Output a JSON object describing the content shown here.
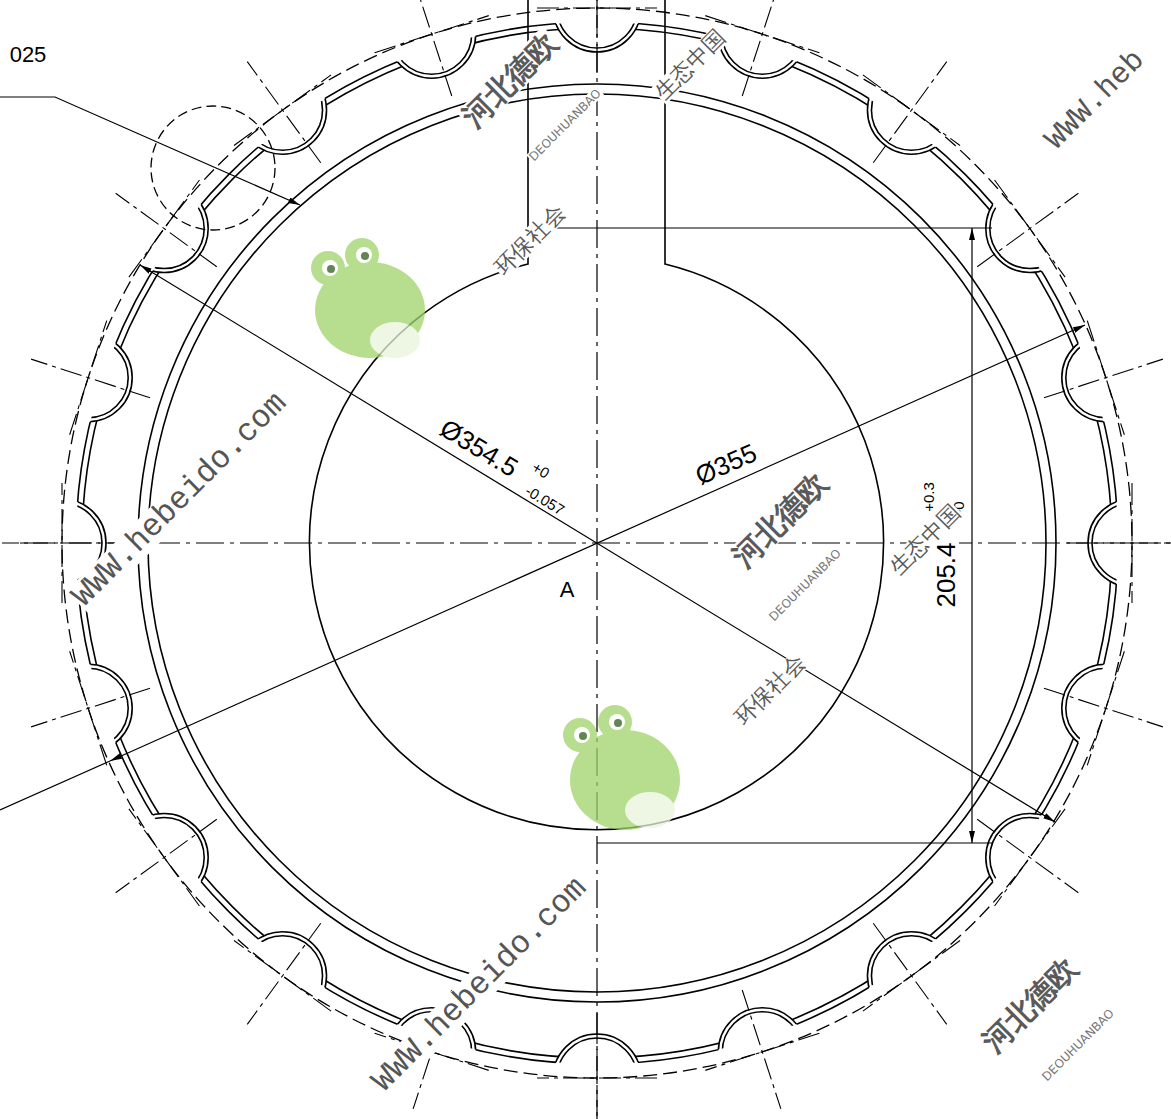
{
  "diagram": {
    "labels": [
      "025",
      "Ø354.5",
      "+0",
      "-0.057",
      "Ø355",
      "A",
      "205.4",
      "+0.3",
      "-0",
      "河北德欧",
      "DEOUHUANBAO",
      "环保社会",
      "生态中国",
      "河北德欧",
      "DEOUHUANBAO",
      "环保社会",
      "生态中国",
      "河北德欧",
      "DEOUHUANBAO",
      "WWW.heb",
      "WWW.hebeido.com",
      "WWW.hebeido.com"
    ]
  }
}
